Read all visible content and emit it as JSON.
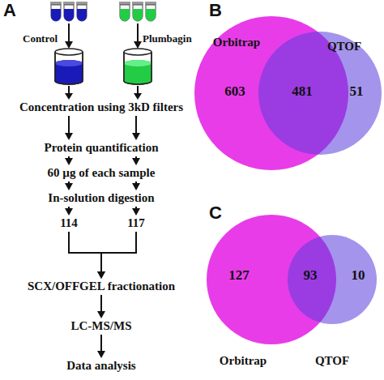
{
  "diagram": {
    "nodes": [
      {
        "text": [
          "Concentration using 3kD filters"
        ]
      },
      {
        "text": [
          "Protein quantification"
        ]
      },
      {
        "text": [
          "60 µg of each sample"
        ]
      },
      {
        "text": [
          "In-solution digestion"
        ]
      },
      {
        "text": [
          "114"
        ]
      },
      {
        "text": [
          "117"
        ]
      },
      {
        "text": [
          "SCX/OFFGEL fractionation"
        ]
      },
      {
        "text": [
          "LC-MS/MS"
        ]
      },
      {
        "text": [
          "Data analysis"
        ]
      },
      {
        "text": [
          "Orbitrap",
          "603"
        ]
      },
      {
        "text": [
          "QTOF",
          "51"
        ]
      },
      {
        "text": [
          "Orbitrap",
          "127"
        ]
      },
      {
        "text": [
          "QTOF",
          "10"
        ]
      }
    ],
    "edges": [
      {
        "from": 0,
        "to": 1,
        "arrow": "to"
      },
      {
        "from": 0,
        "to": 1,
        "arrow": "to"
      },
      {
        "from": 1,
        "to": 2,
        "arrow": "to"
      },
      {
        "from": 1,
        "to": 2,
        "arrow": "to"
      },
      {
        "from": 2,
        "to": 3,
        "arrow": "to"
      },
      {
        "from": 2,
        "to": 3,
        "arrow": "to"
      },
      {
        "from": 3,
        "to": 4,
        "arrow": "to"
      },
      {
        "from": 3,
        "to": 5,
        "arrow": "to"
      },
      {
        "from": 4,
        "to": 6,
        "arrow": "to"
      },
      {
        "from": 5,
        "to": 6,
        "arrow": "to"
      },
      {
        "from": 6,
        "to": 7,
        "arrow": "to"
      },
      {
        "from": 7,
        "to": 8,
        "arrow": "to"
      }
    ],
    "labels": [
      "A",
      "Control",
      "Plumbagin",
      "B",
      "481",
      "C",
      "93"
    ]
  }
}
